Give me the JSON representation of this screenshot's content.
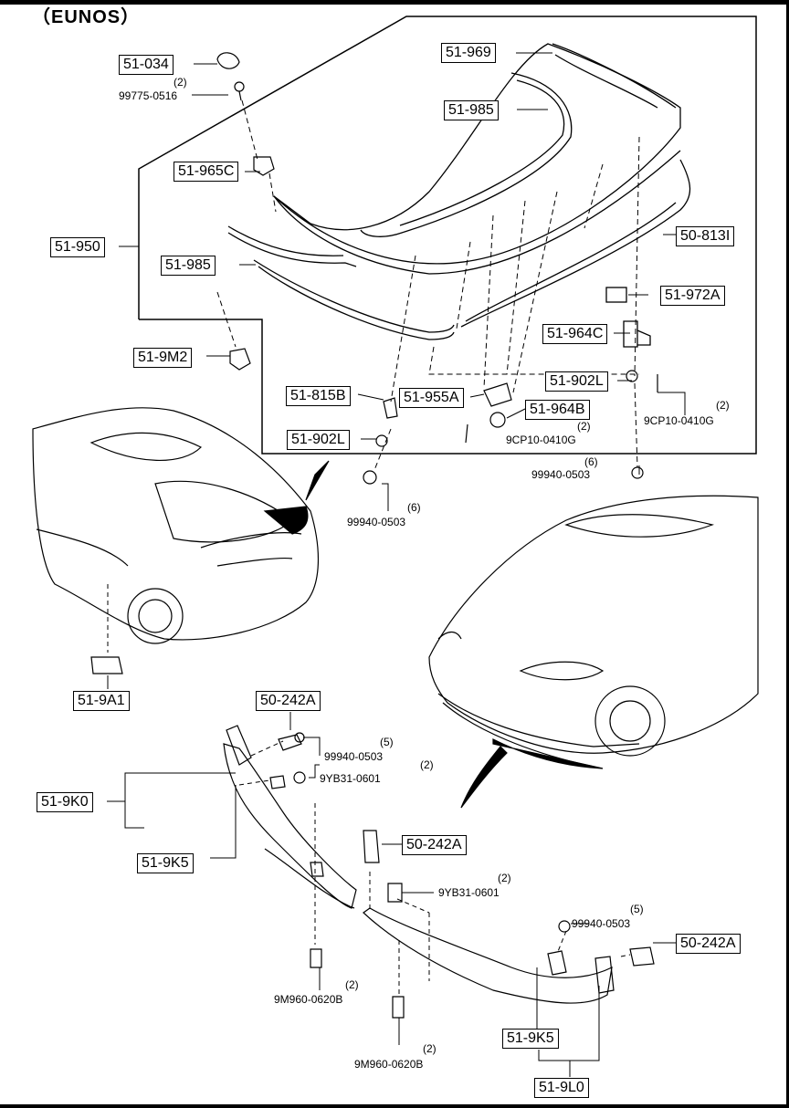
{
  "header": {
    "title": "（EUNOS）"
  },
  "callouts": {
    "c1": "51-034",
    "c2": "51-965C",
    "c3": "51-950",
    "c4": "51-985",
    "c5": "51-969",
    "c6": "51-985",
    "c7": "50-813I",
    "c8": "51-972A",
    "c9": "51-964C",
    "c10": "51-902L",
    "c11": "51-9M2",
    "c12": "51-815B",
    "c13": "51-955A",
    "c14": "51-964B",
    "c15": "51-902L",
    "c16": "51-9A1",
    "c17": "50-242A",
    "c18": "51-9K0",
    "c19": "51-9K5",
    "c20": "50-242A",
    "c21": "50-242A",
    "c22": "51-9K5",
    "c23": "51-9L0"
  },
  "parts": {
    "p1": "99775-0516",
    "p2": "9CP10-0410G",
    "p3": "9CP10-0410G",
    "p4": "99940-0503",
    "p5": "99940-0503",
    "p6": "99940-0503",
    "p7": "9YB31-0601",
    "p8": "9YB31-0601",
    "p9": "99940-0503",
    "p10": "9M960-0620B",
    "p11": "9M960-0620B"
  },
  "quantities": {
    "q1": "(2)",
    "q2": "(2)",
    "q3": "(2)",
    "q4": "(6)",
    "q5": "(6)",
    "q6": "(5)",
    "q7": "(2)",
    "q8": "(2)",
    "q9": "(5)",
    "q10": "(2)",
    "q11": "(2)"
  }
}
